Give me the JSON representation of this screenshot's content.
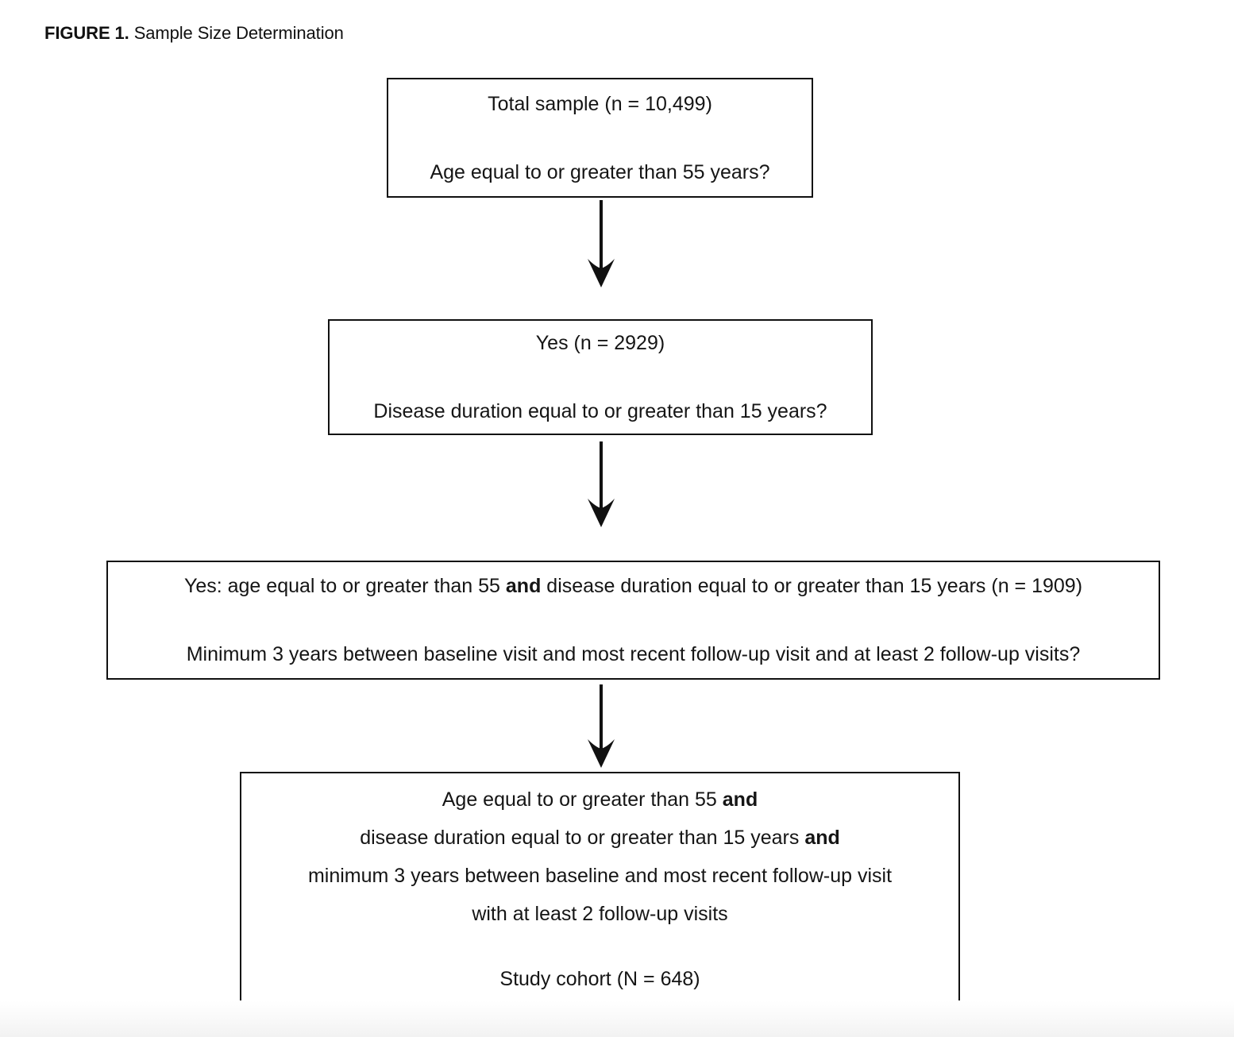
{
  "figure": {
    "label": "FIGURE 1.",
    "title": "Sample Size Determination"
  },
  "chart_data": {
    "type": "diagram",
    "diagram_kind": "flowchart",
    "title": "Sample Size Determination",
    "orientation": "top-to-bottom",
    "nodes": [
      {
        "id": "total-sample",
        "lines": [
          "Total sample (n = 10,499)",
          "Age equal to or greater than 55 years?"
        ],
        "n": 10499
      },
      {
        "id": "age-yes",
        "lines": [
          "Yes (n = 2929)",
          "Disease duration equal to or greater than 15 years?"
        ],
        "n": 2929
      },
      {
        "id": "duration-yes",
        "lines": [
          "Yes: age equal to or greater than 55 and disease duration equal to or greater than 15 years (n = 1909)",
          "Minimum 3 years between baseline visit and most recent follow-up visit and at least 2 follow-up visits?"
        ],
        "n": 1909
      },
      {
        "id": "study-cohort",
        "lines": [
          "Age equal to or greater than 55 and",
          "disease duration equal to or greater than 15 years and",
          "minimum 3 years between baseline and most recent follow-up visit",
          "with at least 2 follow-up visits",
          "Study cohort (N = 648)"
        ],
        "n": 648
      }
    ],
    "edges": [
      {
        "from": "total-sample",
        "to": "age-yes",
        "style": "arrow-down"
      },
      {
        "from": "age-yes",
        "to": "duration-yes",
        "style": "arrow-down"
      },
      {
        "from": "duration-yes",
        "to": "study-cohort",
        "style": "arrow-down"
      }
    ]
  },
  "boxes": {
    "total_sample": {
      "line1": "Total sample (n = 10,499)",
      "line2": "Age equal to or greater than 55 years?"
    },
    "age_yes": {
      "line1": "Yes (n = 2929)",
      "line2": "Disease duration equal to or greater than 15 years?"
    },
    "duration_yes": {
      "line1_a": "Yes: age equal to or greater than 55 ",
      "line1_b": "and",
      "line1_c": " disease duration equal to or greater than 15 years (n = 1909)",
      "line2": "Minimum 3 years between baseline visit and most recent follow-up visit and at least 2 follow-up visits?"
    },
    "study_cohort": {
      "line1_a": "Age equal to or greater than 55 ",
      "line1_b": "and",
      "line2_a": "disease duration equal to or greater than 15 years ",
      "line2_b": "and",
      "line3": "minimum 3 years between baseline and most recent follow-up visit",
      "line4": "with at least 2 follow-up visits",
      "line5": "Study cohort (N = 648)"
    }
  },
  "colors": {
    "text": "#151515",
    "border": "#111111",
    "background": "#ffffff"
  }
}
